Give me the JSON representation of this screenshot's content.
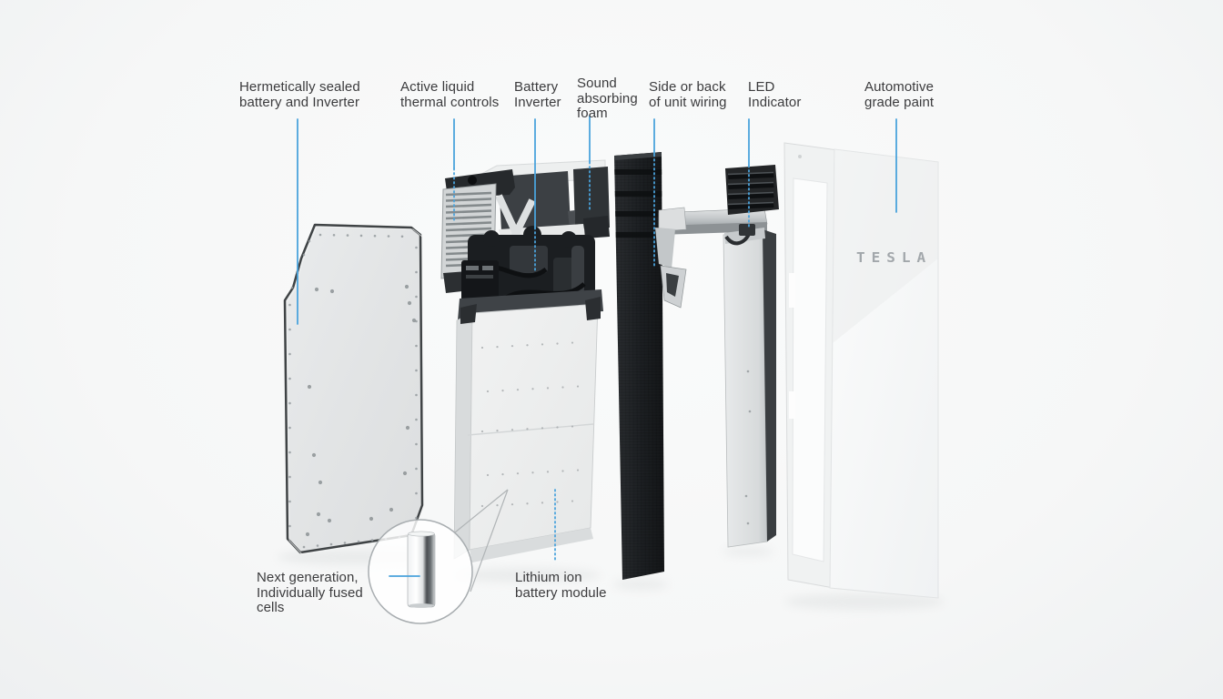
{
  "brand": {
    "logo_text": "TESLA"
  },
  "callouts": [
    {
      "id": "hermetic",
      "text": "Hermetically sealed\nbattery and Inverter"
    },
    {
      "id": "thermal",
      "text": "Active liquid\nthermal controls"
    },
    {
      "id": "inverter",
      "text": "Battery\nInverter"
    },
    {
      "id": "foam",
      "text": "Sound\nabsorbing\nfoam"
    },
    {
      "id": "wiring",
      "text": "Side or back\nof unit wiring"
    },
    {
      "id": "led",
      "text": "LED\nIndicator"
    },
    {
      "id": "paint",
      "text": "Automotive\ngrade paint"
    },
    {
      "id": "cells",
      "text": "Next generation,\nIndividually fused\ncells"
    },
    {
      "id": "module",
      "text": "Lithium ion\nbattery module"
    }
  ],
  "colors": {
    "leader": "#4aa3dc",
    "label": "#3b3b3d",
    "background": "#fafbfb"
  }
}
